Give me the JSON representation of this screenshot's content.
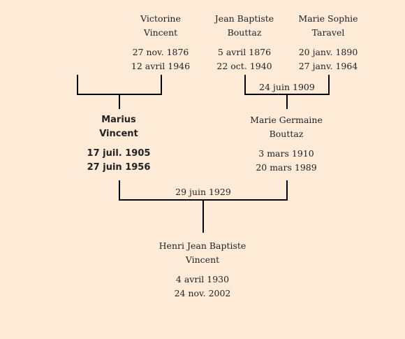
{
  "persons": {
    "victorine": {
      "first": "Victorine",
      "last": "Vincent",
      "birth": "27 nov. 1876",
      "death": "12 avril 1946"
    },
    "jean_baptiste": {
      "first": "Jean Baptiste",
      "last": "Bouttaz",
      "birth": "5 avril 1876",
      "death": "22 oct. 1940"
    },
    "marie_sophie": {
      "first": "Marie Sophie",
      "last": "Taravel",
      "birth": "20 janv. 1890",
      "death": "27 janv. 1964"
    },
    "marius": {
      "first": "Marius",
      "last": "Vincent",
      "birth": "17 juil. 1905",
      "death": "27 juin 1956"
    },
    "marie_germaine": {
      "first": "Marie Germaine",
      "last": "Bouttaz",
      "birth": "3 mars 1910",
      "death": "20 mars 1989"
    },
    "henri": {
      "first": "Henri Jean Baptiste",
      "last": "Vincent",
      "birth": "4 avril 1930",
      "death": "24 nov. 2002"
    }
  },
  "marriages": {
    "bouttaz_taravel": "24 juin 1909",
    "vincent_bouttaz": "29 juin 1929"
  }
}
